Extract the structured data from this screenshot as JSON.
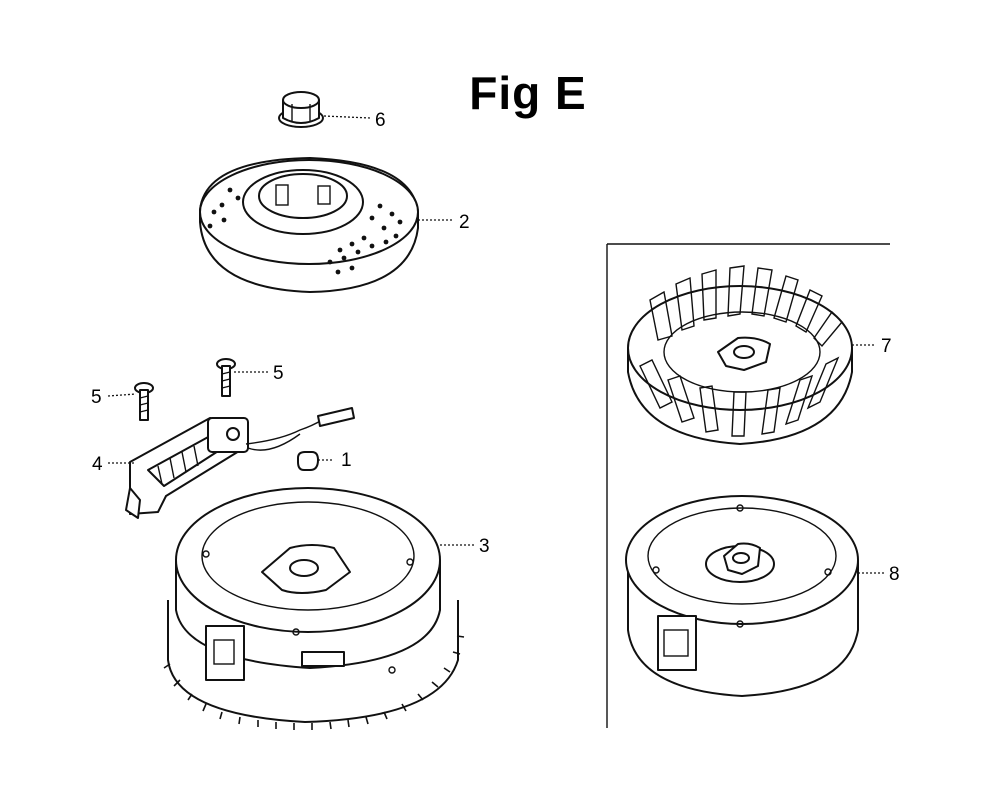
{
  "figure": {
    "title": "Fig E",
    "callouts": [
      {
        "id": "1",
        "label": "1"
      },
      {
        "id": "2",
        "label": "2"
      },
      {
        "id": "3",
        "label": "3"
      },
      {
        "id": "4",
        "label": "4"
      },
      {
        "id": "5a",
        "label": "5"
      },
      {
        "id": "5b",
        "label": "5"
      },
      {
        "id": "6",
        "label": "6"
      },
      {
        "id": "7",
        "label": "7"
      },
      {
        "id": "8",
        "label": "8"
      }
    ]
  }
}
